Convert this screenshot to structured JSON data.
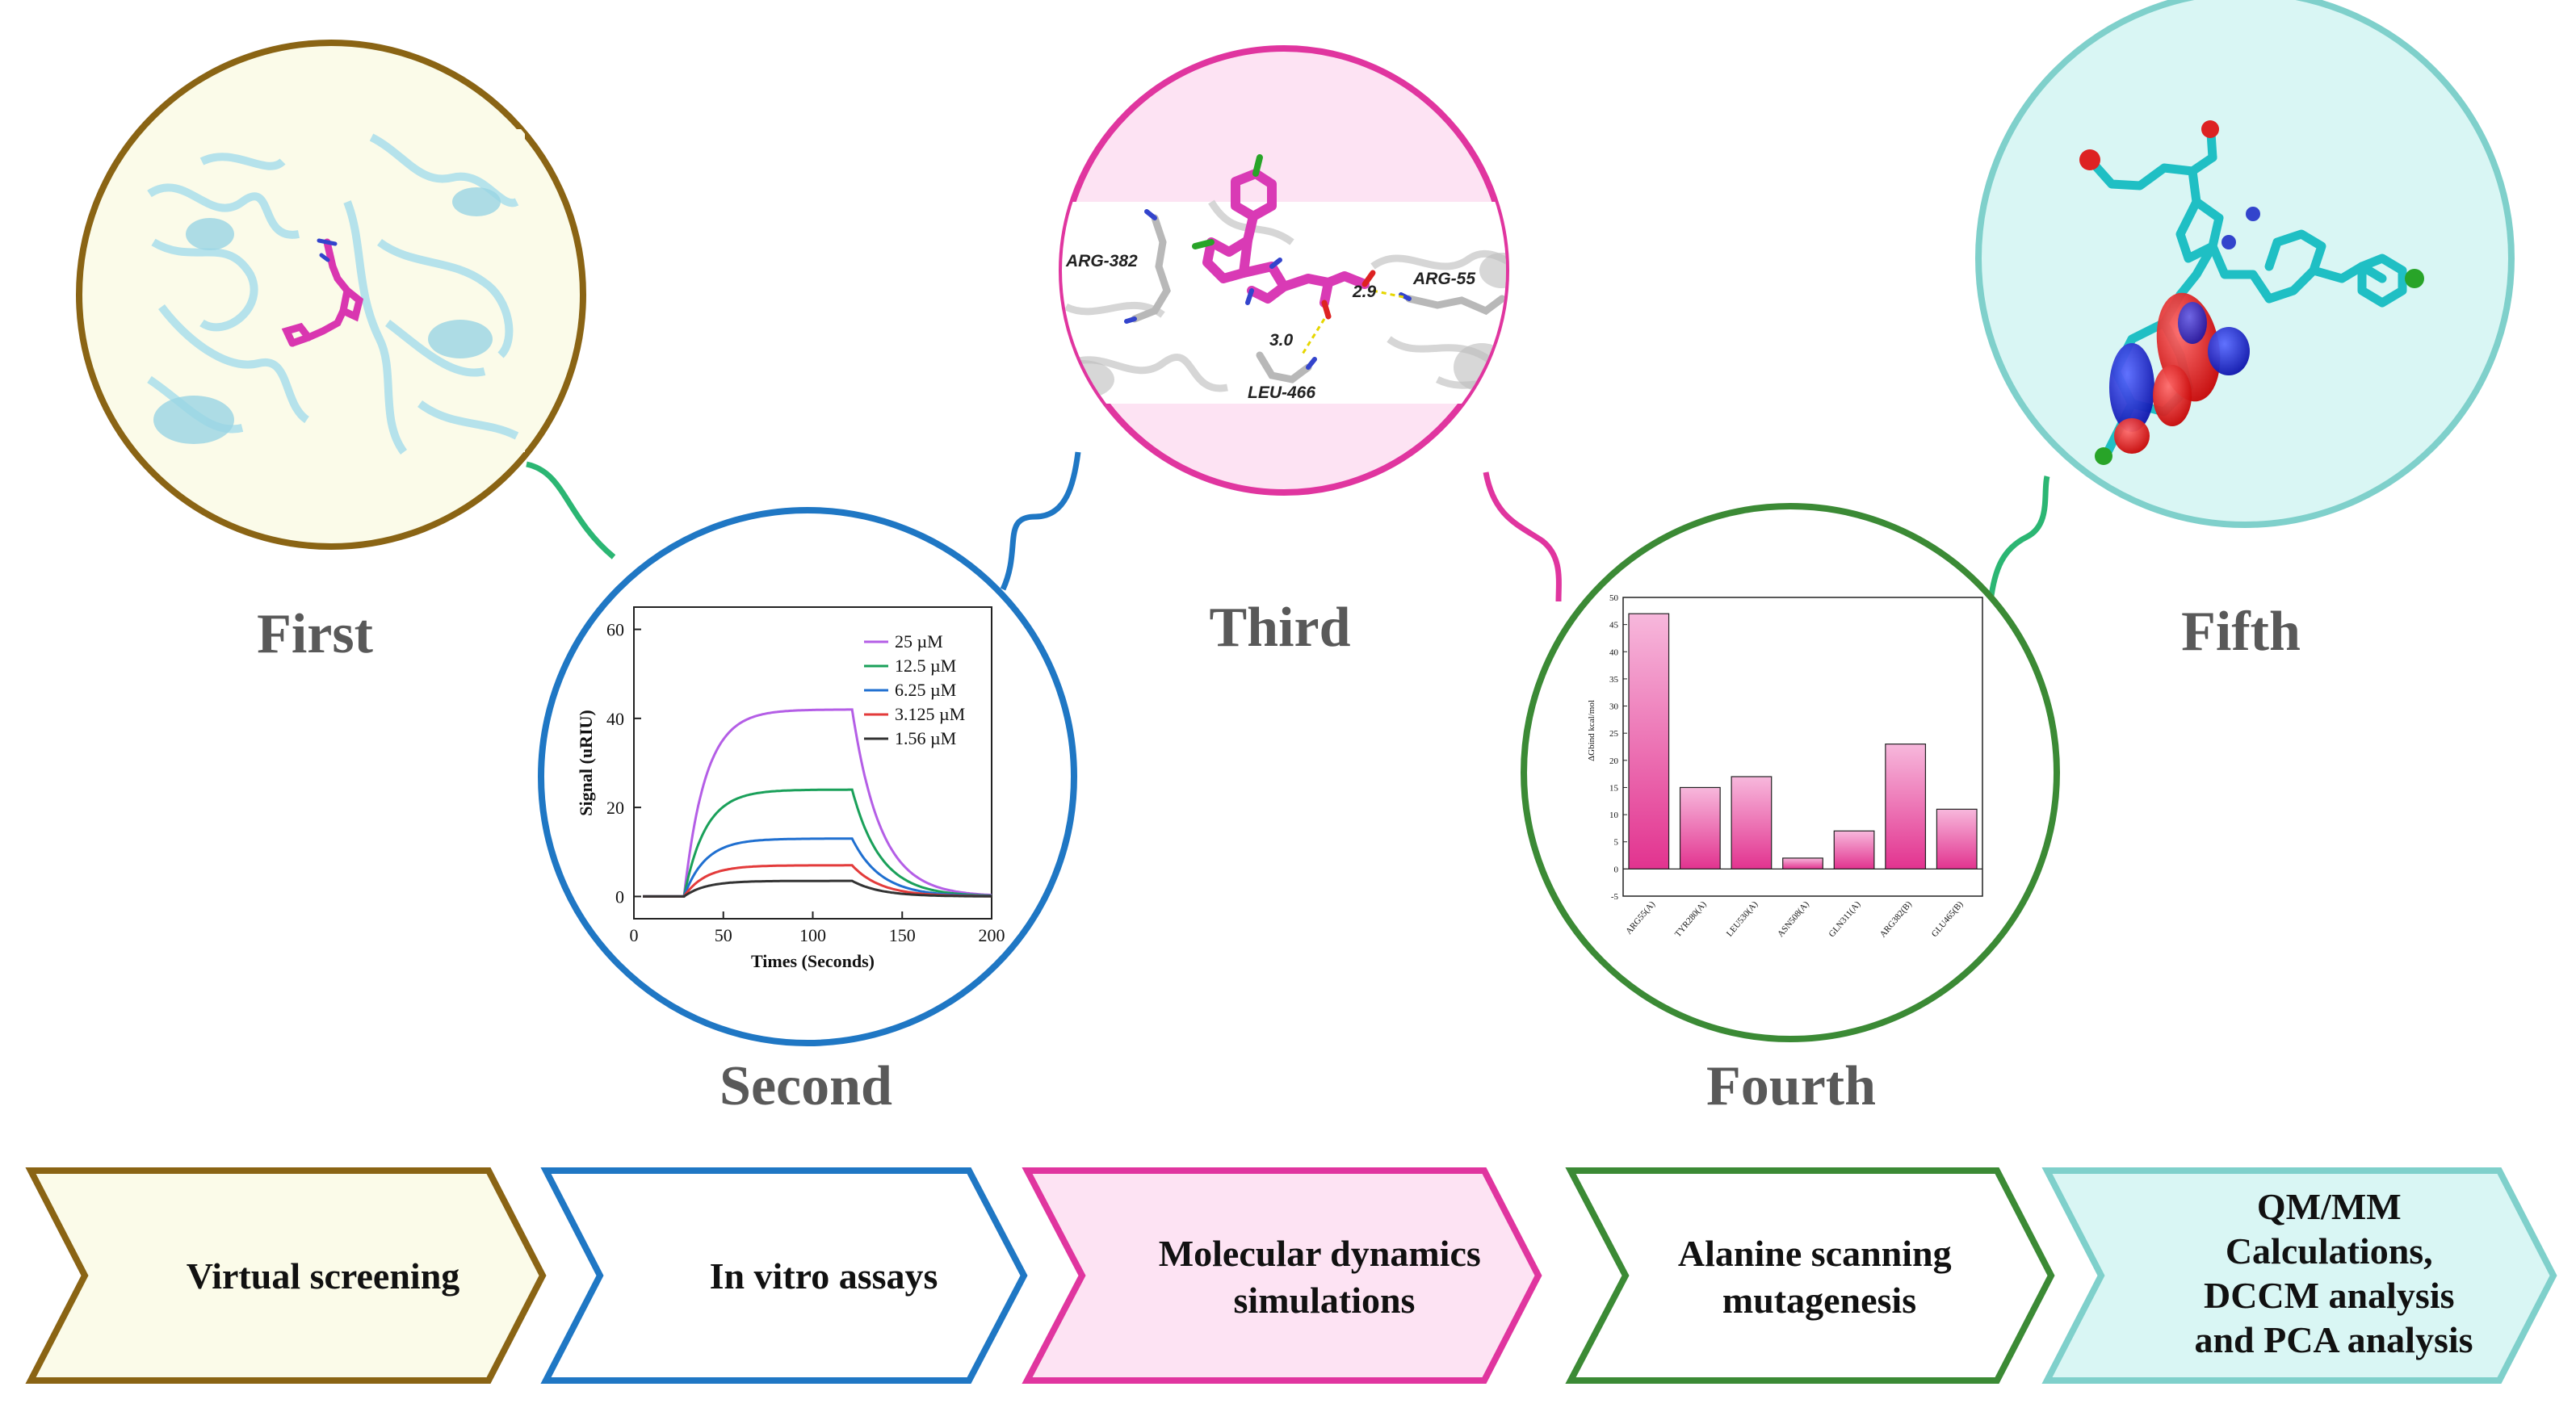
{
  "stages": [
    {
      "id": "first",
      "title": "First",
      "color": "#8a6414",
      "fill": "#fbfbe9",
      "arrow_label_lines": [
        "Virtual screening"
      ]
    },
    {
      "id": "second",
      "title": "Second",
      "color": "#1f77c4",
      "fill": "#ffffff",
      "arrow_label_lines": [
        "In vitro assays"
      ]
    },
    {
      "id": "third",
      "title": "Third",
      "color": "#e0359f",
      "fill": "#fde3f3",
      "arrow_label_lines": [
        "Molecular dynamics",
        "simulations"
      ]
    },
    {
      "id": "fourth",
      "title": "Fourth",
      "color": "#3b8a35",
      "fill": "#ffffff",
      "arrow_label_lines": [
        "Alanine scanning",
        "mutagenesis"
      ]
    },
    {
      "id": "fifth",
      "title": "Fifth",
      "color": "#7fd0cb",
      "fill": "#d9f6f4",
      "arrow_label_lines": [
        "QM/MM",
        "Calculations,",
        "DCCM analysis",
        "and PCA analysis"
      ]
    }
  ],
  "connector_color": "#2bb673",
  "molecule_labels": [
    "ARG-382",
    "ARG-55",
    "LEU-466",
    "2.9",
    "3.0"
  ],
  "chart_data": [
    {
      "type": "line",
      "xlabel": "Times (Seconds)",
      "ylabel": "Signal (uRIU)",
      "xlim": [
        0,
        200
      ],
      "ylim": [
        -5,
        65
      ],
      "xticks": [
        0,
        50,
        100,
        150,
        200
      ],
      "yticks": [
        0,
        20,
        40,
        60
      ],
      "legend_position": "top-right",
      "series": [
        {
          "name": "25 µM",
          "color": "#b45ee6",
          "plateau": 42
        },
        {
          "name": "12.5 µM",
          "color": "#1aa05a",
          "plateau": 24
        },
        {
          "name": "6.25 µM",
          "color": "#1f6fd0",
          "plateau": 13
        },
        {
          "name": "3.125 µM",
          "color": "#e33b3b",
          "plateau": 7
        },
        {
          "name": "1.56 µM",
          "color": "#333333",
          "plateau": 3.5
        }
      ],
      "injection_start": 28,
      "injection_end": 122
    },
    {
      "type": "bar",
      "ylabel": "ΔGbind kcal/mol",
      "categories": [
        "ARG55(A)",
        "TYR280(A)",
        "LEU530(A)",
        "ASN508(A)",
        "GLN311(A)",
        "ARG382(B)",
        "GLU465(B)"
      ],
      "values": [
        47,
        15,
        17,
        2,
        7,
        23,
        11
      ],
      "ylim": [
        -5,
        50
      ],
      "yticks": [
        -5,
        0,
        5,
        10,
        15,
        20,
        25,
        30,
        35,
        40,
        45,
        50
      ],
      "bar_color": "#ec5ba6"
    }
  ]
}
